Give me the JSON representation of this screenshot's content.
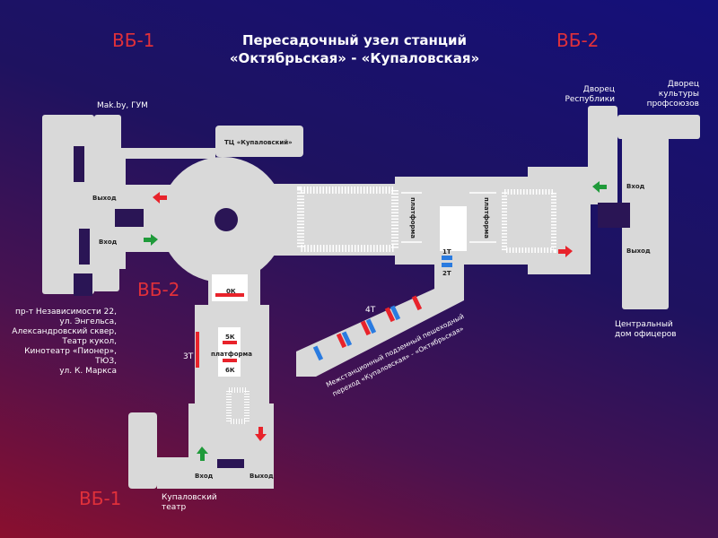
{
  "title": {
    "line1": "Пересадочный узел станций",
    "line2": "«Октябрьская» - «Купаловская»"
  },
  "zones": {
    "vb1_top": "ВБ-1",
    "vb2_top": "ВБ-2",
    "vb2_mid": "ВБ-2",
    "vb1_bottom": "ВБ-1"
  },
  "destinations": {
    "mak_gum": "Mak.by, ГУМ",
    "tc": "ТЦ «Купаловский»",
    "dvorets_respubliki": [
      "Дворец",
      "Республики"
    ],
    "dvorets_kultury": [
      "Дворец",
      "культуры",
      "профсоюзов"
    ],
    "dom_ofitserov": [
      "Центральный",
      "дом офицеров"
    ],
    "left_list": [
      "пр-т Независимости  22,",
      "ул. Энгельса,",
      "Александровский сквер,",
      "Театр кукол,",
      "Кинотеатр «Пионер»,",
      "ТЮЗ,",
      "ул. К. Маркса"
    ],
    "kupalovsky_teatr": [
      "Купаловский",
      "театр"
    ]
  },
  "labels": {
    "exit": "Выход",
    "entry": "Вход",
    "platform": "платформа",
    "t1": "1Т",
    "t2": "2Т",
    "t3": "3Т",
    "t4": "4Т",
    "k0": "0К",
    "k5": "5К",
    "k6": "6К",
    "passage": [
      "Межстанционный подземный пешеходный",
      "переход «Купаловская» - «Октябрьская»"
    ]
  },
  "colors": {
    "exit_arrow": "#e8232b",
    "entry_arrow": "#1f9a3a",
    "turnstile_blue": "#2a7be0",
    "floor": "#d9d9d9"
  }
}
